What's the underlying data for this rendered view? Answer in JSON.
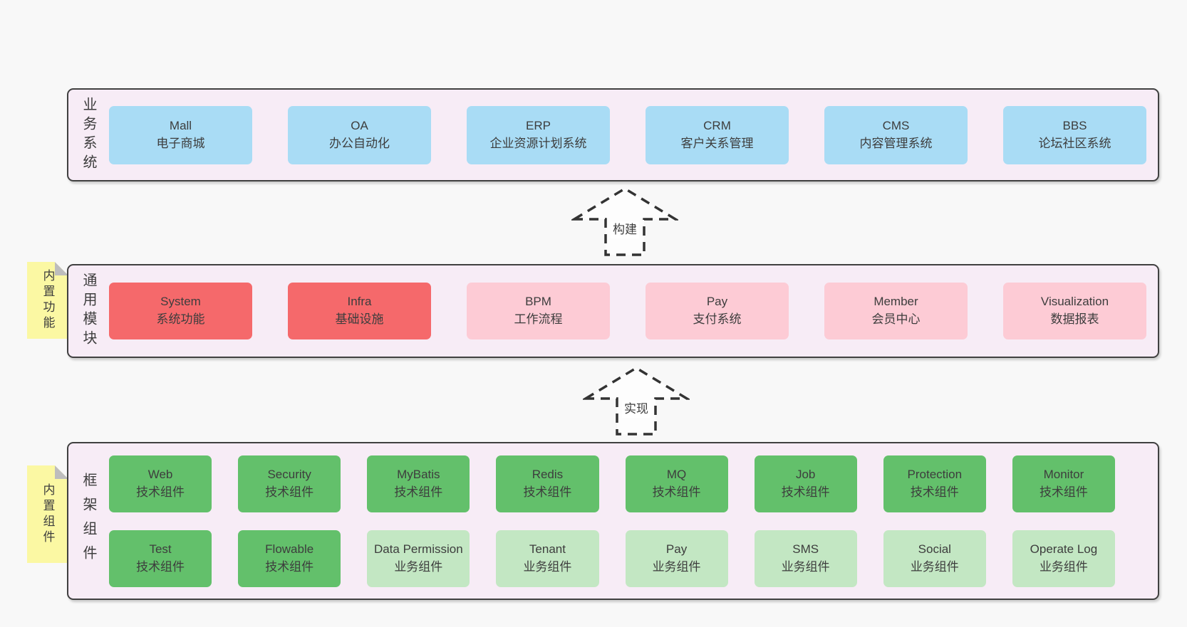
{
  "colors": {
    "page_bg": "#f8f8f8",
    "container_bg": "#f7ecf6",
    "container_border": "#404040",
    "blue_box": "#a9dcf5",
    "red_box": "#f5696b",
    "pink_box": "#fdcbd5",
    "green_box": "#63c06b",
    "light_green_box": "#c3e7c3",
    "sticky_yellow": "#fbf8a3",
    "text": "#3d3d3d"
  },
  "arrows": [
    {
      "label": "构建"
    },
    {
      "label": "实现"
    }
  ],
  "stickies": [
    {
      "label": "内置功能"
    },
    {
      "label": "内置组件"
    }
  ],
  "layers": [
    {
      "label": "业务系统",
      "boxes": [
        {
          "title": "Mall",
          "subtitle": "电子商城"
        },
        {
          "title": "OA",
          "subtitle": "办公自动化"
        },
        {
          "title": "ERP",
          "subtitle": "企业资源计划系统"
        },
        {
          "title": "CRM",
          "subtitle": "客户关系管理"
        },
        {
          "title": "CMS",
          "subtitle": "内容管理系统"
        },
        {
          "title": "BBS",
          "subtitle": "论坛社区系统"
        }
      ]
    },
    {
      "label": "通用模块",
      "boxes": [
        {
          "title": "System",
          "subtitle": "系统功能"
        },
        {
          "title": "Infra",
          "subtitle": "基础设施"
        },
        {
          "title": "BPM",
          "subtitle": "工作流程"
        },
        {
          "title": "Pay",
          "subtitle": "支付系统"
        },
        {
          "title": "Member",
          "subtitle": "会员中心"
        },
        {
          "title": "Visualization",
          "subtitle": "数据报表"
        }
      ]
    },
    {
      "label": "框架组件",
      "rows": [
        [
          {
            "title": "Web",
            "subtitle": "技术组件"
          },
          {
            "title": "Security",
            "subtitle": "技术组件"
          },
          {
            "title": "MyBatis",
            "subtitle": "技术组件"
          },
          {
            "title": "Redis",
            "subtitle": "技术组件"
          },
          {
            "title": "MQ",
            "subtitle": "技术组件"
          },
          {
            "title": "Job",
            "subtitle": "技术组件"
          },
          {
            "title": "Protection",
            "subtitle": "技术组件"
          },
          {
            "title": "Monitor",
            "subtitle": "技术组件"
          }
        ],
        [
          {
            "title": "Test",
            "subtitle": "技术组件"
          },
          {
            "title": "Flowable",
            "subtitle": "技术组件"
          },
          {
            "title": "Data Permission",
            "subtitle": "业务组件"
          },
          {
            "title": "Tenant",
            "subtitle": "业务组件"
          },
          {
            "title": "Pay",
            "subtitle": "业务组件"
          },
          {
            "title": "SMS",
            "subtitle": "业务组件"
          },
          {
            "title": "Social",
            "subtitle": "业务组件"
          },
          {
            "title": "Operate Log",
            "subtitle": "业务组件"
          }
        ]
      ]
    }
  ]
}
